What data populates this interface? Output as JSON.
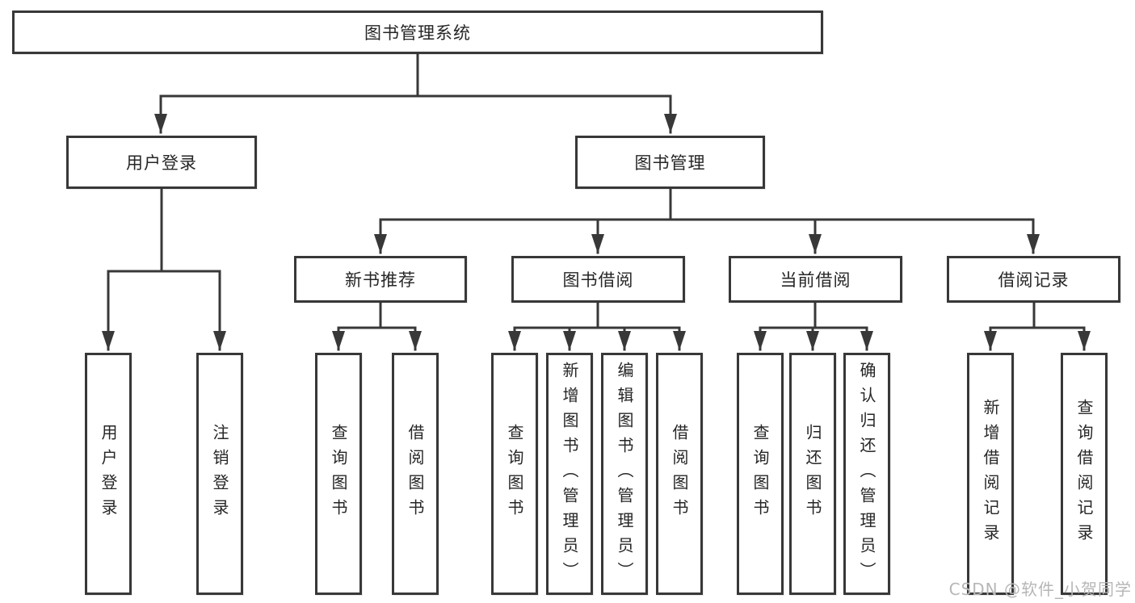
{
  "diagram_type": "hierarchy-tree",
  "tree": {
    "label": "图书管理系统",
    "children": [
      {
        "label": "用户登录",
        "children": [
          {
            "label": "用户登录"
          },
          {
            "label": "注销登录"
          }
        ]
      },
      {
        "label": "图书管理",
        "children": [
          {
            "label": "新书推荐",
            "children": [
              {
                "label": "查询图书"
              },
              {
                "label": "借阅图书"
              }
            ]
          },
          {
            "label": "图书借阅",
            "children": [
              {
                "label": "查询图书"
              },
              {
                "label": "新增图书（管理员）"
              },
              {
                "label": "编辑图书（管理员）"
              },
              {
                "label": "借阅图书"
              }
            ]
          },
          {
            "label": "当前借阅",
            "children": [
              {
                "label": "查询图书"
              },
              {
                "label": "归还图书"
              },
              {
                "label": "确认归还（管理员）"
              }
            ]
          },
          {
            "label": "借阅记录",
            "children": [
              {
                "label": "新增借阅记录"
              },
              {
                "label": "查询借阅记录"
              }
            ]
          }
        ]
      }
    ]
  },
  "watermark": {
    "text": "CSDN @软件_小贺同学"
  },
  "colors": {
    "line": "#383838",
    "box_border": "#383838",
    "box_background": "#ffffff",
    "text": "#262626",
    "watermark": "#b6b6b6"
  }
}
